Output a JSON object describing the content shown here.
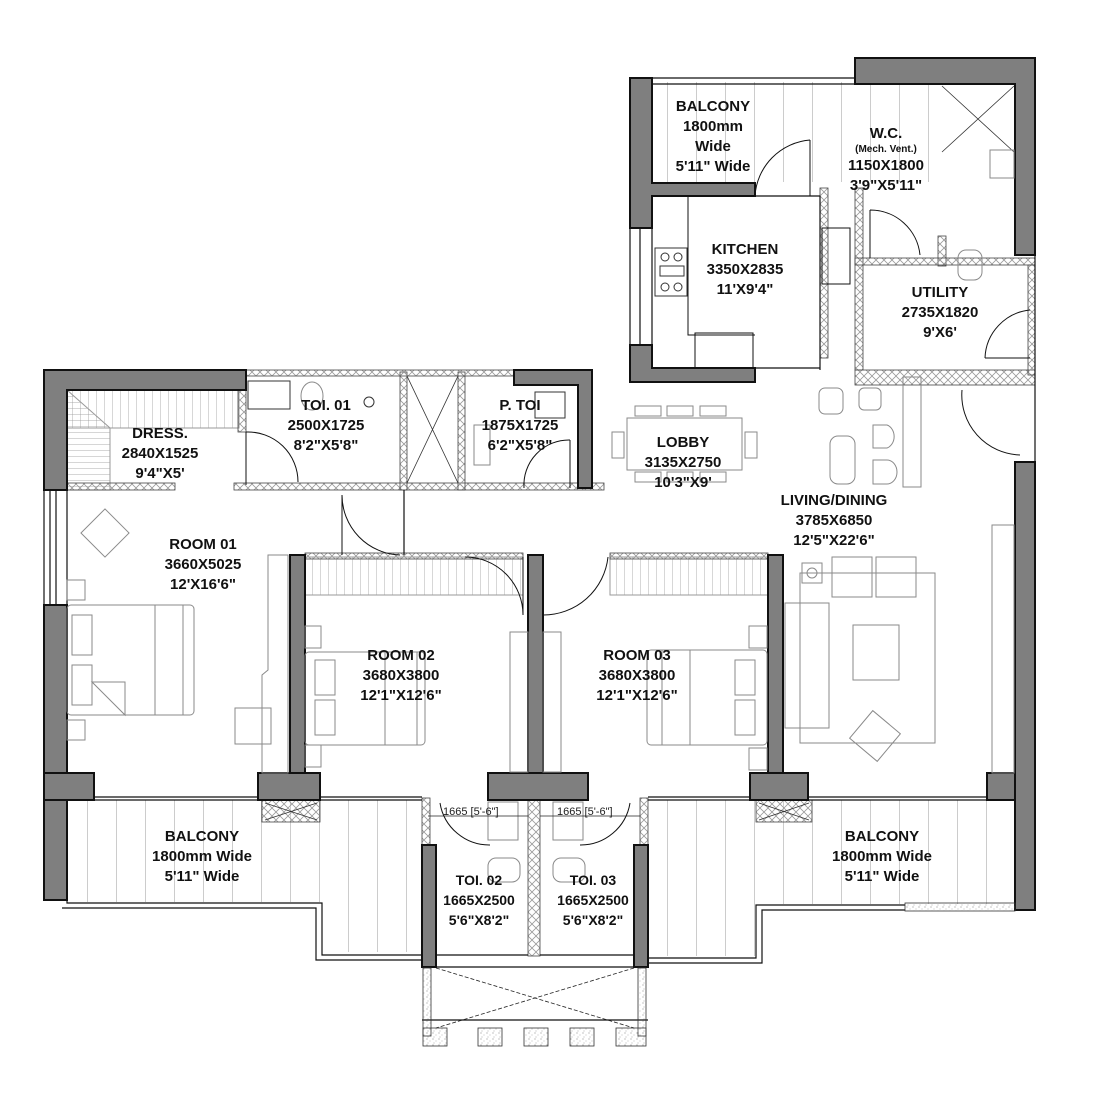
{
  "colors": {
    "wall": "#7f7f7f",
    "wall_stroke": "#111111",
    "furniture": "#8a8a8a",
    "hatch": "#9a9a9a",
    "text": "#111111"
  },
  "rooms": {
    "balcony_top": {
      "name": "BALCONY",
      "l1": "1800mm",
      "l2": "Wide",
      "l3": "5'11\" Wide"
    },
    "wc": {
      "name": "W.C.",
      "note": "(Mech. Vent.)",
      "mm": "1150X1800",
      "ft": "3'9\"X5'11\""
    },
    "kitchen": {
      "name": "KITCHEN",
      "mm": "3350X2835",
      "ft": "11'X9'4\""
    },
    "utility": {
      "name": "UTILITY",
      "mm": "2735X1820",
      "ft": "9'X6'"
    },
    "dress": {
      "name": "DRESS.",
      "mm": "2840X1525",
      "ft": "9'4\"X5'"
    },
    "toi01": {
      "name": "TOI. 01",
      "mm": "2500X1725",
      "ft": "8'2\"X5'8\""
    },
    "ptoi": {
      "name": "P. TOI",
      "mm": "1875X1725",
      "ft": "6'2\"X5'8\""
    },
    "lobby": {
      "name": "LOBBY",
      "mm": "3135X2750",
      "ft": "10'3\"X9'"
    },
    "living": {
      "name": "LIVING/DINING",
      "mm": "3785X6850",
      "ft": "12'5\"X22'6\""
    },
    "room01": {
      "name": "ROOM 01",
      "mm": "3660X5025",
      "ft": "12'X16'6\""
    },
    "room02": {
      "name": "ROOM 02",
      "mm": "3680X3800",
      "ft": "12'1\"X12'6\""
    },
    "room03": {
      "name": "ROOM 03",
      "mm": "3680X3800",
      "ft": "12'1\"X12'6\""
    },
    "balcony_left": {
      "name": "BALCONY",
      "l1": "1800mm Wide",
      "l2": "5'11\" Wide"
    },
    "balcony_right": {
      "name": "BALCONY",
      "l1": "1800mm Wide",
      "l2": "5'11\" Wide"
    },
    "toi02": {
      "name": "TOI. 02",
      "mm": "1665X2500",
      "ft": "5'6\"X8'2\""
    },
    "toi03": {
      "name": "TOI. 03",
      "mm": "1665X2500",
      "ft": "5'6\"X8'2\""
    }
  },
  "dimensions": {
    "toi02_width": "1665 [5'-6\"]",
    "toi03_width": "1665 [5'-6\"]"
  }
}
